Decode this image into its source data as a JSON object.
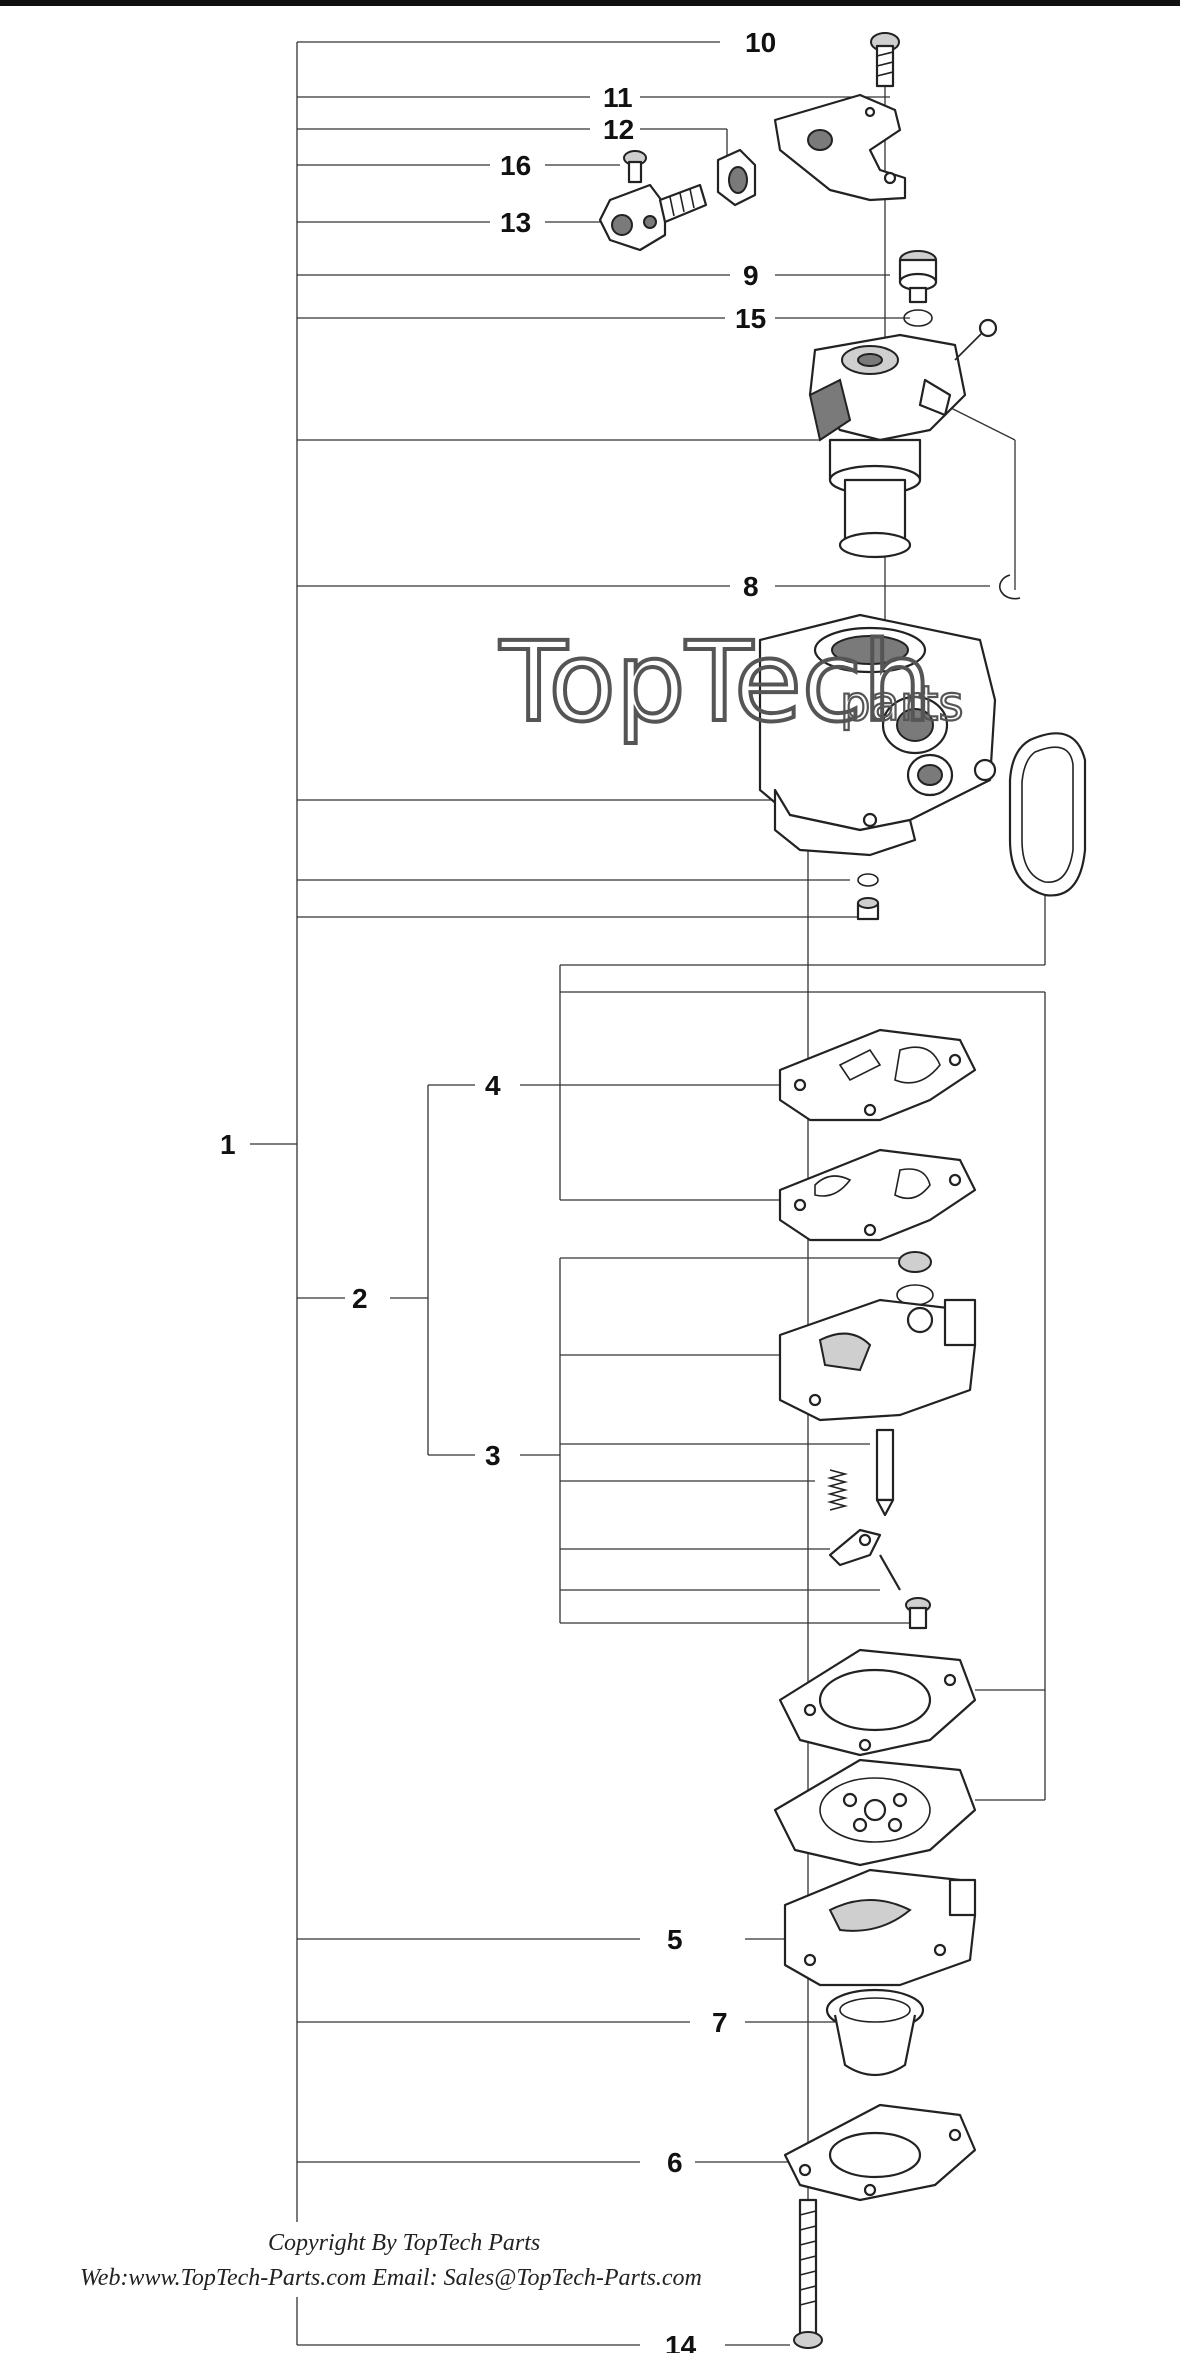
{
  "callouts": {
    "c1": "1",
    "c2": "2",
    "c3": "3",
    "c4": "4",
    "c5": "5",
    "c6": "6",
    "c7": "7",
    "c8": "8",
    "c9": "9",
    "c10": "10",
    "c11": "11",
    "c12": "12",
    "c13": "13",
    "c14": "14",
    "c15": "15",
    "c16": "16"
  },
  "watermark": {
    "brand": "TopTech",
    "sub": "parts"
  },
  "footer": {
    "copyright": "Copyright By TopTech Parts",
    "contact": "Web:www.TopTech-Parts.com  Email: Sales@TopTech-Parts.com"
  }
}
